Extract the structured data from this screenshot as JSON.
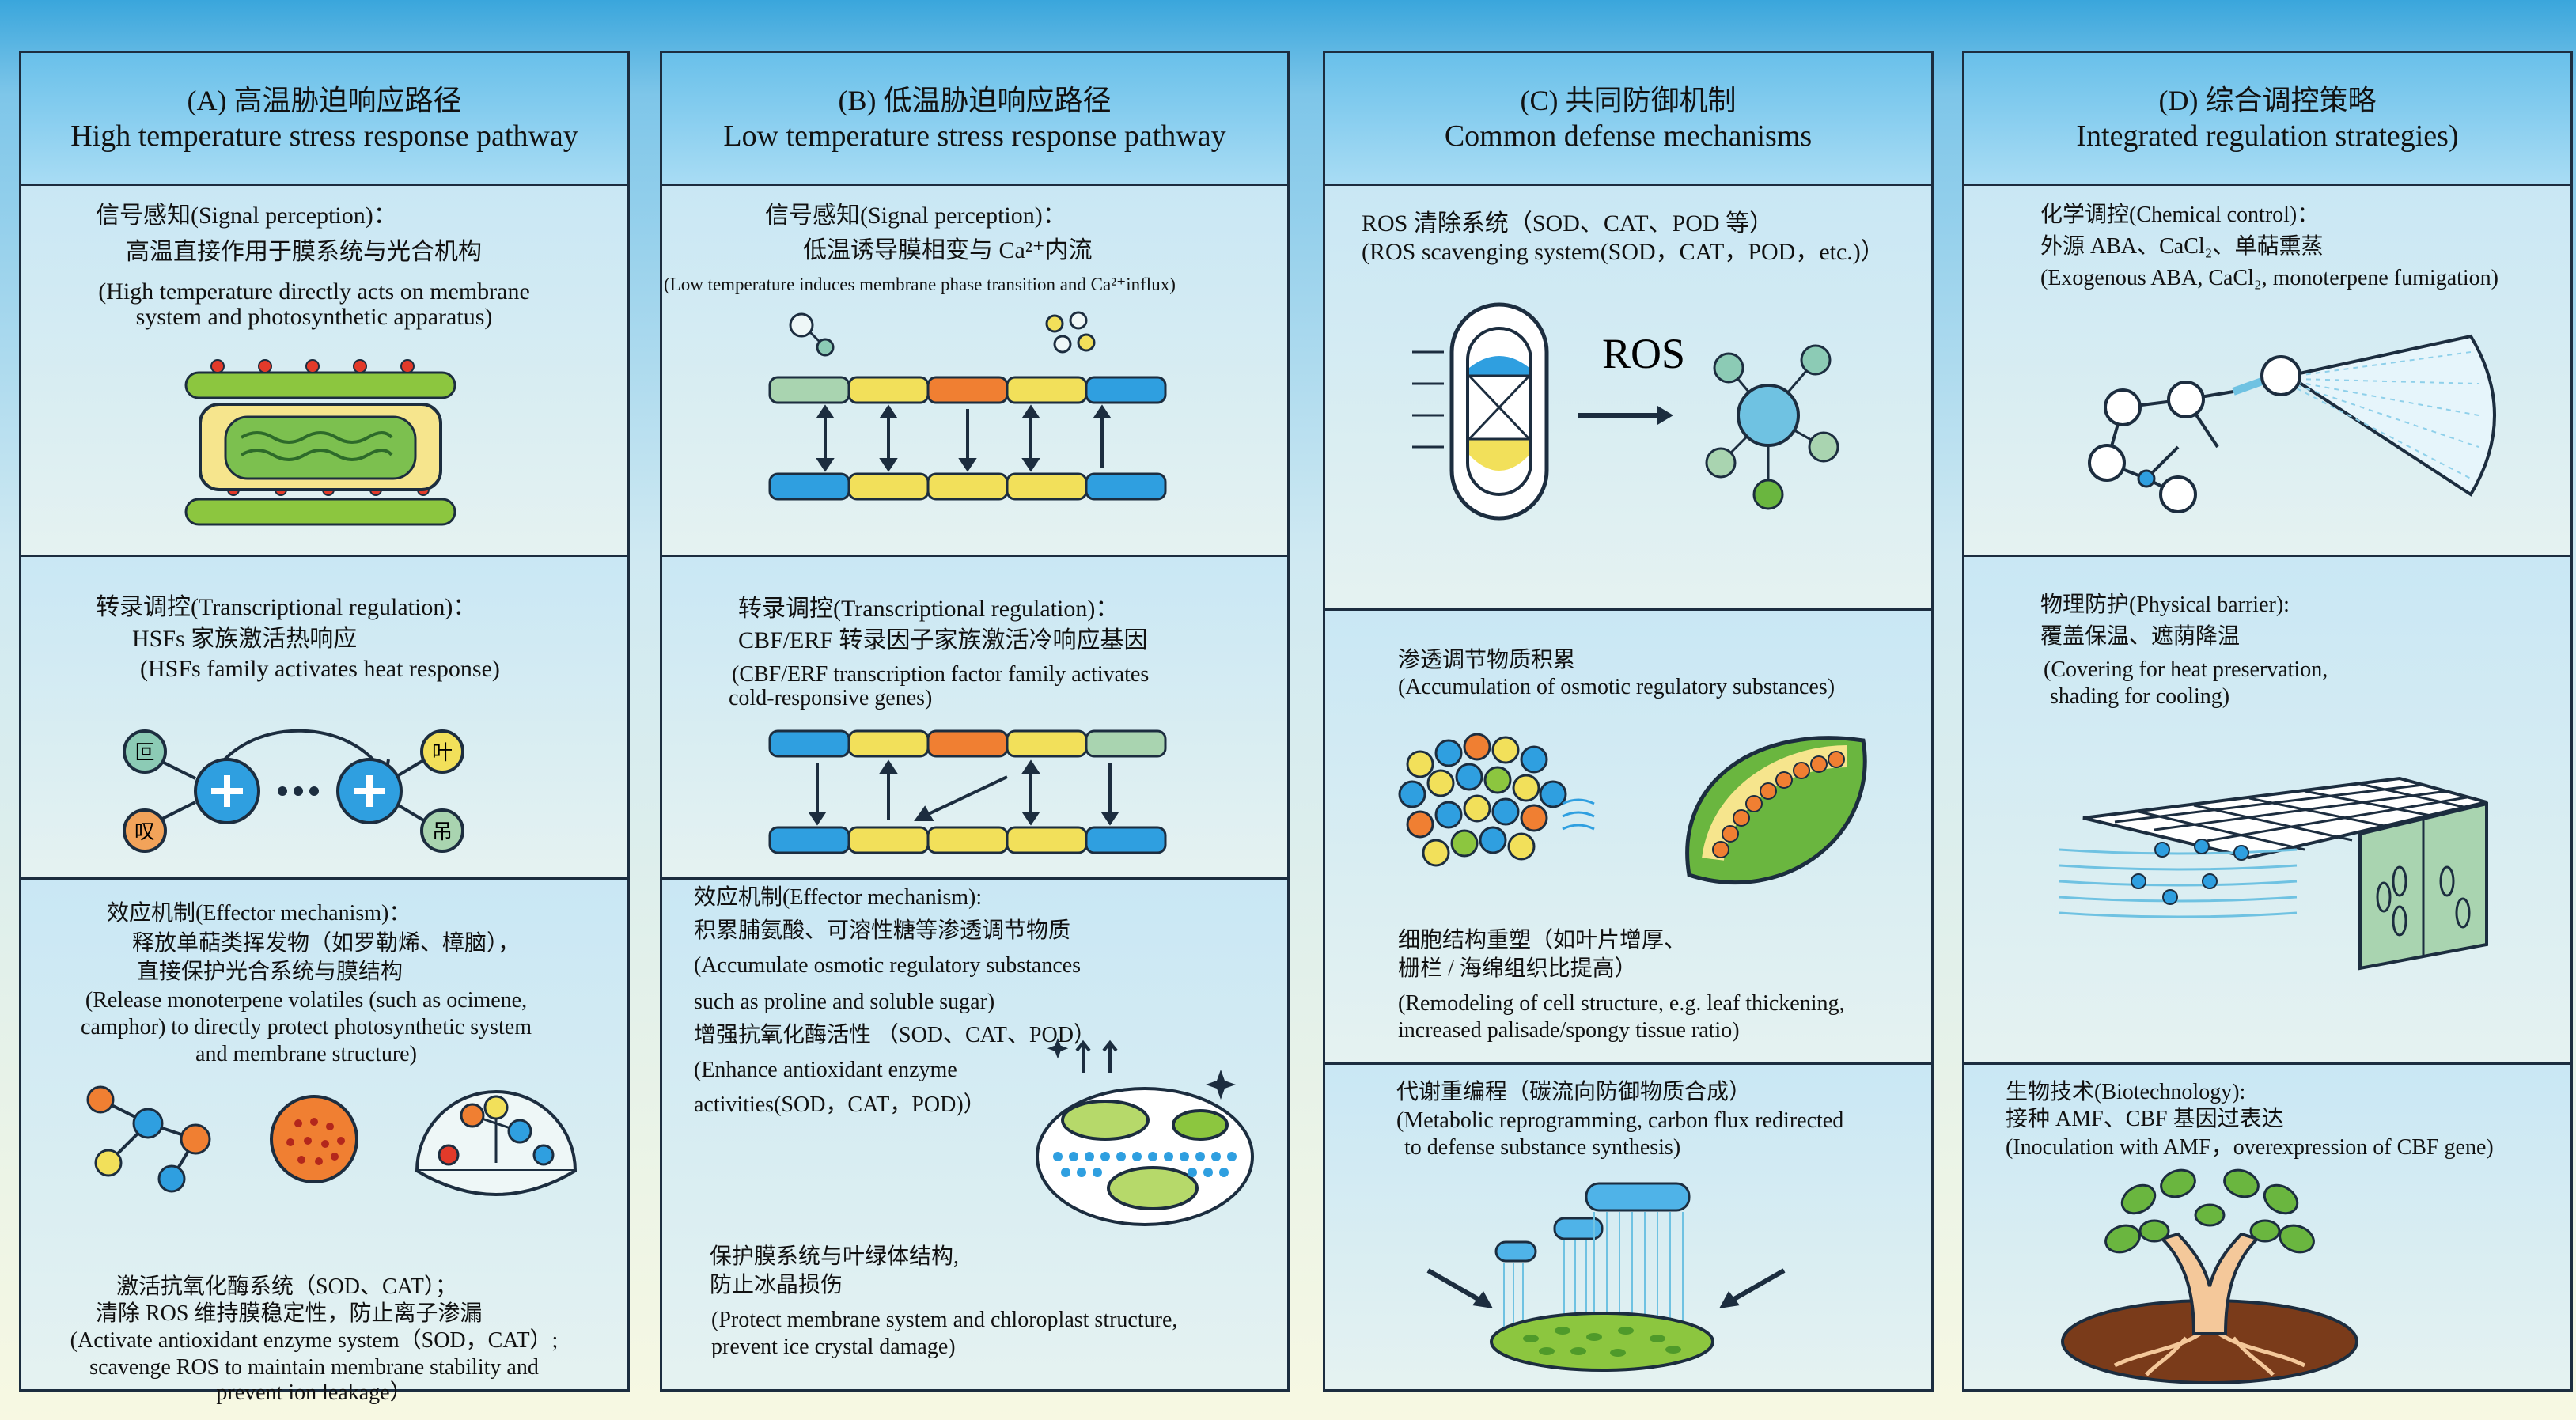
{
  "columns": [
    {
      "title_zh": "(A) 高温胁迫响应路径",
      "title_en": "High temperature stress response pathway",
      "s1": {
        "head": "信号感知(Signal perception)：",
        "zh": "高温直接作用于膜系统与光合机构",
        "en1": "(High temperature directly acts on membrane",
        "en2": "system and photosynthetic apparatus)"
      },
      "s2": {
        "head": "转录调控(Transcriptional regulation)：",
        "zh": "HSFs  家族激活热响应",
        "en": "(HSFs  family activates heat response)",
        "n1": "叵",
        "n2": "叹",
        "n3": "叶",
        "n4": "吊"
      },
      "s3": {
        "head": "效应机制(Effector mechanism)：",
        "zh1": "释放单萜类挥发物（如罗勒烯、樟脑），",
        "zh2": "直接保护光合系统与膜结构",
        "en1": "(Release monoterpene volatiles (such as ocimene,",
        "en2": "camphor) to directly protect photosynthetic system",
        "en3": "and membrane structure)",
        "zh3": "激活抗氧化酶系统（SOD、CAT）；",
        "zh4": "清除  ROS 维持膜稳定性，防止离子渗漏",
        "en4": "(Activate antioxidant enzyme system（SOD，CAT）;",
        "en5": "scavenge ROS to maintain membrane stability and",
        "en6": "prevent ion leakage）"
      }
    },
    {
      "title_zh": "(B) 低温胁迫响应路径",
      "title_en": "Low temperature stress response pathway",
      "s1": {
        "head": "信号感知(Signal perception)：",
        "zh": "低温诱导膜相变与 Ca²⁺内流",
        "en": "(Low temperature induces membrane phase transition and Ca²⁺influx)"
      },
      "s2": {
        "head": "转录调控(Transcriptional regulation)：",
        "zh": "CBF/ERF  转录因子家族激活冷响应基因",
        "en1": "(CBF/ERF  transcription factor family activates",
        "en2": "cold-responsive genes)"
      },
      "s3": {
        "head": "效应机制(Effector mechanism):",
        "zh1": "积累脯氨酸、可溶性糖等渗透调节物质",
        "en1": "(Accumulate osmotic regulatory substances",
        "en2": "such as proline and soluble sugar)",
        "zh2": "增强抗氧化酶活性 （SOD、CAT、POD）",
        "en3": "(Enhance antioxidant enzyme",
        "en4": "activities(SOD，CAT，POD)）",
        "zh3": "保护膜系统与叶绿体结构,",
        "zh4": "防止冰晶损伤",
        "en5": "(Protect membrane system and chloroplast structure,",
        "en6": "prevent ice crystal damage)"
      }
    },
    {
      "title_zh": "(C) 共同防御机制",
      "title_en": "Common defense mechanisms",
      "s1": {
        "zh": "ROS  清除系统（SOD、CAT、POD 等）",
        "en": "(ROS  scavenging system(SOD，CAT，POD，etc.)）",
        "ros": "ROS"
      },
      "s2": {
        "zh": "渗透调节物质积累",
        "en": "(Accumulation of osmotic regulatory substances)",
        "zh2": "细胞结构重塑（如叶片增厚、",
        "zh3": "栅栏 / 海绵组织比提高）",
        "en2": "(Remodeling of cell structure, e.g. leaf thickening,",
        "en3": "increased palisade/spongy tissue ratio)"
      },
      "s3": {
        "zh": "代谢重编程（碳流向防御物质合成）",
        "en1": "(Metabolic reprogramming, carbon flux redirected",
        "en2": "to defense substance synthesis)"
      }
    },
    {
      "title_zh": "(D) 综合调控策略",
      "title_en": "Integrated regulation strategies)",
      "s1": {
        "head": "化学调控(Chemical control)：",
        "zh": "外源  ABA、CaCl₂、单萜熏蒸",
        "en": "(Exogenous ABA, CaCl₂, monoterpene fumigation)"
      },
      "s2": {
        "head": "物理防护(Physical barrier):",
        "zh": "覆盖保温、遮荫降温",
        "en1": "(Covering for heat preservation,",
        "en2": "shading for cooling)"
      },
      "s3": {
        "head": "生物技术(Biotechnology):",
        "zh": "接种  AMF、CBF 基因过表达",
        "en": "(Inoculation with AMF，overexpression of CBF gene)"
      }
    }
  ],
  "colors": {
    "border": "#1c2d3f",
    "header": "#69c0ea",
    "blue": "#2f9fe0",
    "yellow": "#f2e05a",
    "orange": "#f07f32",
    "green": "#6ab63f",
    "sage": "#a9d4b0",
    "red": "#e23a2a"
  }
}
